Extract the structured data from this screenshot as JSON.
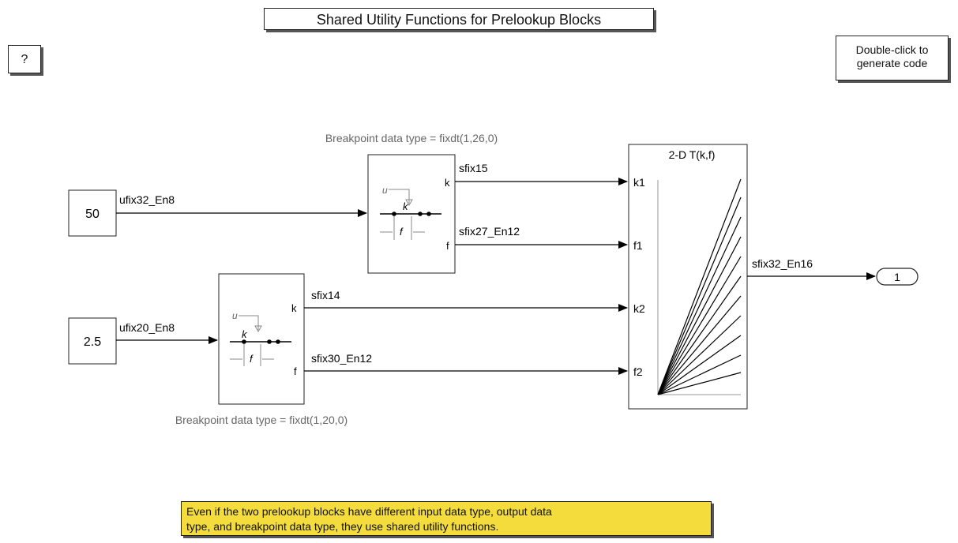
{
  "title": "Shared Utility Functions for Prelookup Blocks",
  "help_label": "?",
  "generate_code": "Double-click to\ngenerate code",
  "note": "Even if the two prelookup blocks have different input data type, output data\ntype, and breakpoint data type, they use shared utility functions.",
  "constants": [
    {
      "value": "50",
      "signal": "ufix32_En8"
    },
    {
      "value": "2.5",
      "signal": "ufix20_En8"
    }
  ],
  "prelookup_top": {
    "annotation": "Breakpoint data type = fixdt(1,26,0)",
    "port_k": "k",
    "port_f": "f",
    "icon_u": "u",
    "icon_k": "k",
    "icon_f": "f",
    "signal_k": "sfix15",
    "signal_f": "sfix27_En12"
  },
  "prelookup_bottom": {
    "annotation": "Breakpoint data type = fixdt(1,20,0)",
    "port_k": "k",
    "port_f": "f",
    "icon_u": "u",
    "icon_k": "k",
    "icon_f": "f",
    "signal_k": "sfix14",
    "signal_f": "sfix30_En12"
  },
  "interp_block": {
    "title": "2-D T(k,f)",
    "ports": [
      "k1",
      "f1",
      "k2",
      "f2"
    ],
    "output_signal": "sfix32_En16"
  },
  "outport": "1",
  "colors": {
    "note_background": "#f4dc3c",
    "block_border": "#222222",
    "annotation_text": "#666666"
  }
}
